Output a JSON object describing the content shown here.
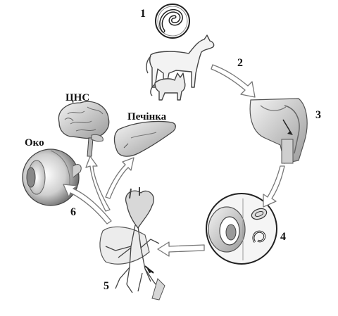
{
  "steps": {
    "s1": "1",
    "s2": "2",
    "s3": "3",
    "s4": "4",
    "s5": "5",
    "s6": "6"
  },
  "labels": {
    "cns": "ЦНС",
    "liver": "Печінка",
    "eye": "Око"
  }
}
